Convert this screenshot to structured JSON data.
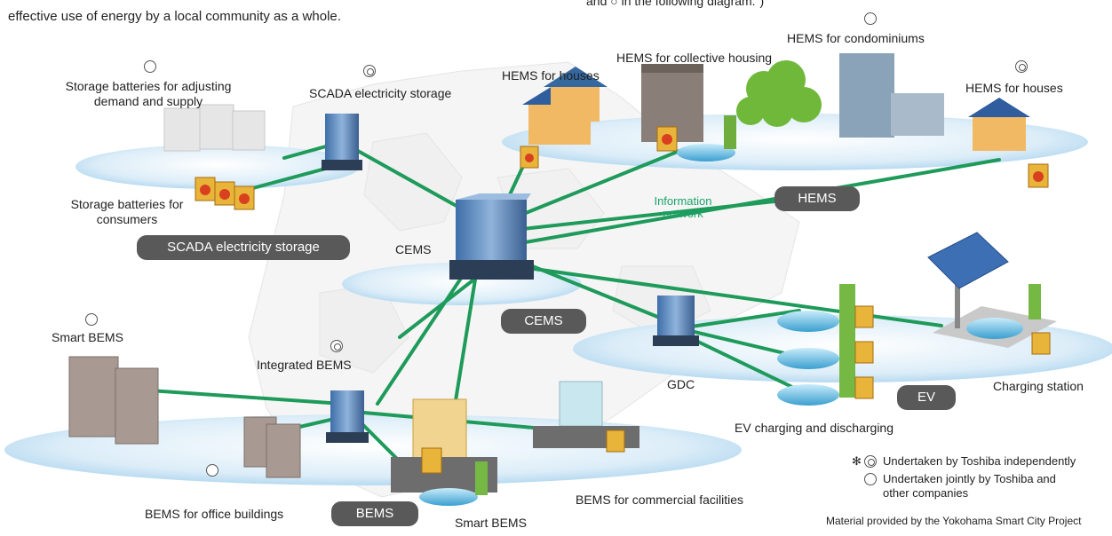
{
  "header": {
    "left_text": "effective use of energy by a local community as a whole.",
    "right_text": "and ○ in the following diagram.\")"
  },
  "groups": {
    "scada": "SCADA electricity storage",
    "cems": "CEMS",
    "hems": "HEMS",
    "ev": "EV",
    "bems": "BEMS"
  },
  "labels": {
    "storage_adjust": "Storage batteries for adjusting\ndemand and supply",
    "scada_storage": "SCADA electricity storage",
    "storage_consumers": "Storage batteries for\nconsumers",
    "cems": "CEMS",
    "hems_houses_left": "HEMS for houses",
    "hems_collective": "HEMS for collective housing",
    "hems_condo": "HEMS for condominiums",
    "hems_houses_right": "HEMS for houses",
    "info_network": "Information\nnetwork",
    "smart_bems_left": "Smart BEMS",
    "integrated_bems": "Integrated BEMS",
    "gdc": "GDC",
    "ev_charging": "EV charging and discharging",
    "charging_station": "Charging station",
    "bems_office": "BEMS for office buildings",
    "smart_bems_bottom": "Smart BEMS",
    "bems_commercial": "BEMS for commercial facilities"
  },
  "legend": {
    "asterisk": "✻",
    "independent": "Undertaken by Toshiba independently",
    "joint": "Undertaken jointly by Toshiba and\nother companies",
    "source": "Material provided by the Yokohama Smart City Project"
  },
  "colors": {
    "link": "#1e9a5a",
    "disc": "#cfe6f5",
    "pill": "#595959",
    "building_blue": "#5f86b8"
  }
}
